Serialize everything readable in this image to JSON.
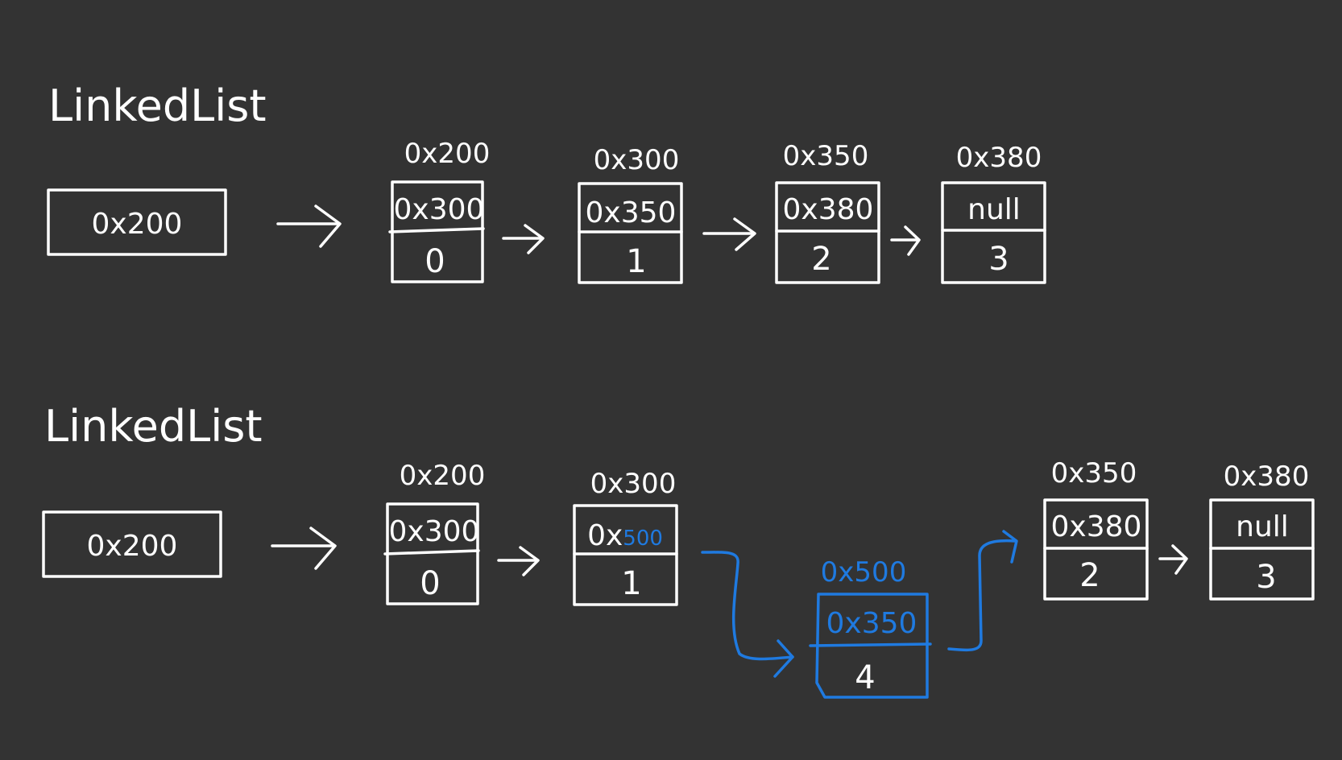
{
  "colors": {
    "background": "#333333",
    "ink": "#ffffff",
    "highlight": "#1f7ae0"
  },
  "diagrams": [
    {
      "title": "LinkedList",
      "head_pointer": "0x200",
      "nodes": [
        {
          "address": "0x200",
          "next": "0x300",
          "value": "0"
        },
        {
          "address": "0x300",
          "next": "0x350",
          "value": "1"
        },
        {
          "address": "0x350",
          "next": "0x380",
          "value": "2"
        },
        {
          "address": "0x380",
          "next": "null",
          "value": "3"
        }
      ]
    },
    {
      "title": "LinkedList",
      "head_pointer": "0x200",
      "nodes": [
        {
          "address": "0x200",
          "next": "0x300",
          "value": "0"
        },
        {
          "address": "0x300",
          "next_prefix": "0x",
          "next_highlight": "500",
          "value": "1"
        },
        {
          "address": "0x500",
          "next": "0x350",
          "value": "4",
          "inserted": true
        },
        {
          "address": "0x350",
          "next": "0x380",
          "value": "2"
        },
        {
          "address": "0x380",
          "next": "null",
          "value": "3"
        }
      ]
    }
  ]
}
